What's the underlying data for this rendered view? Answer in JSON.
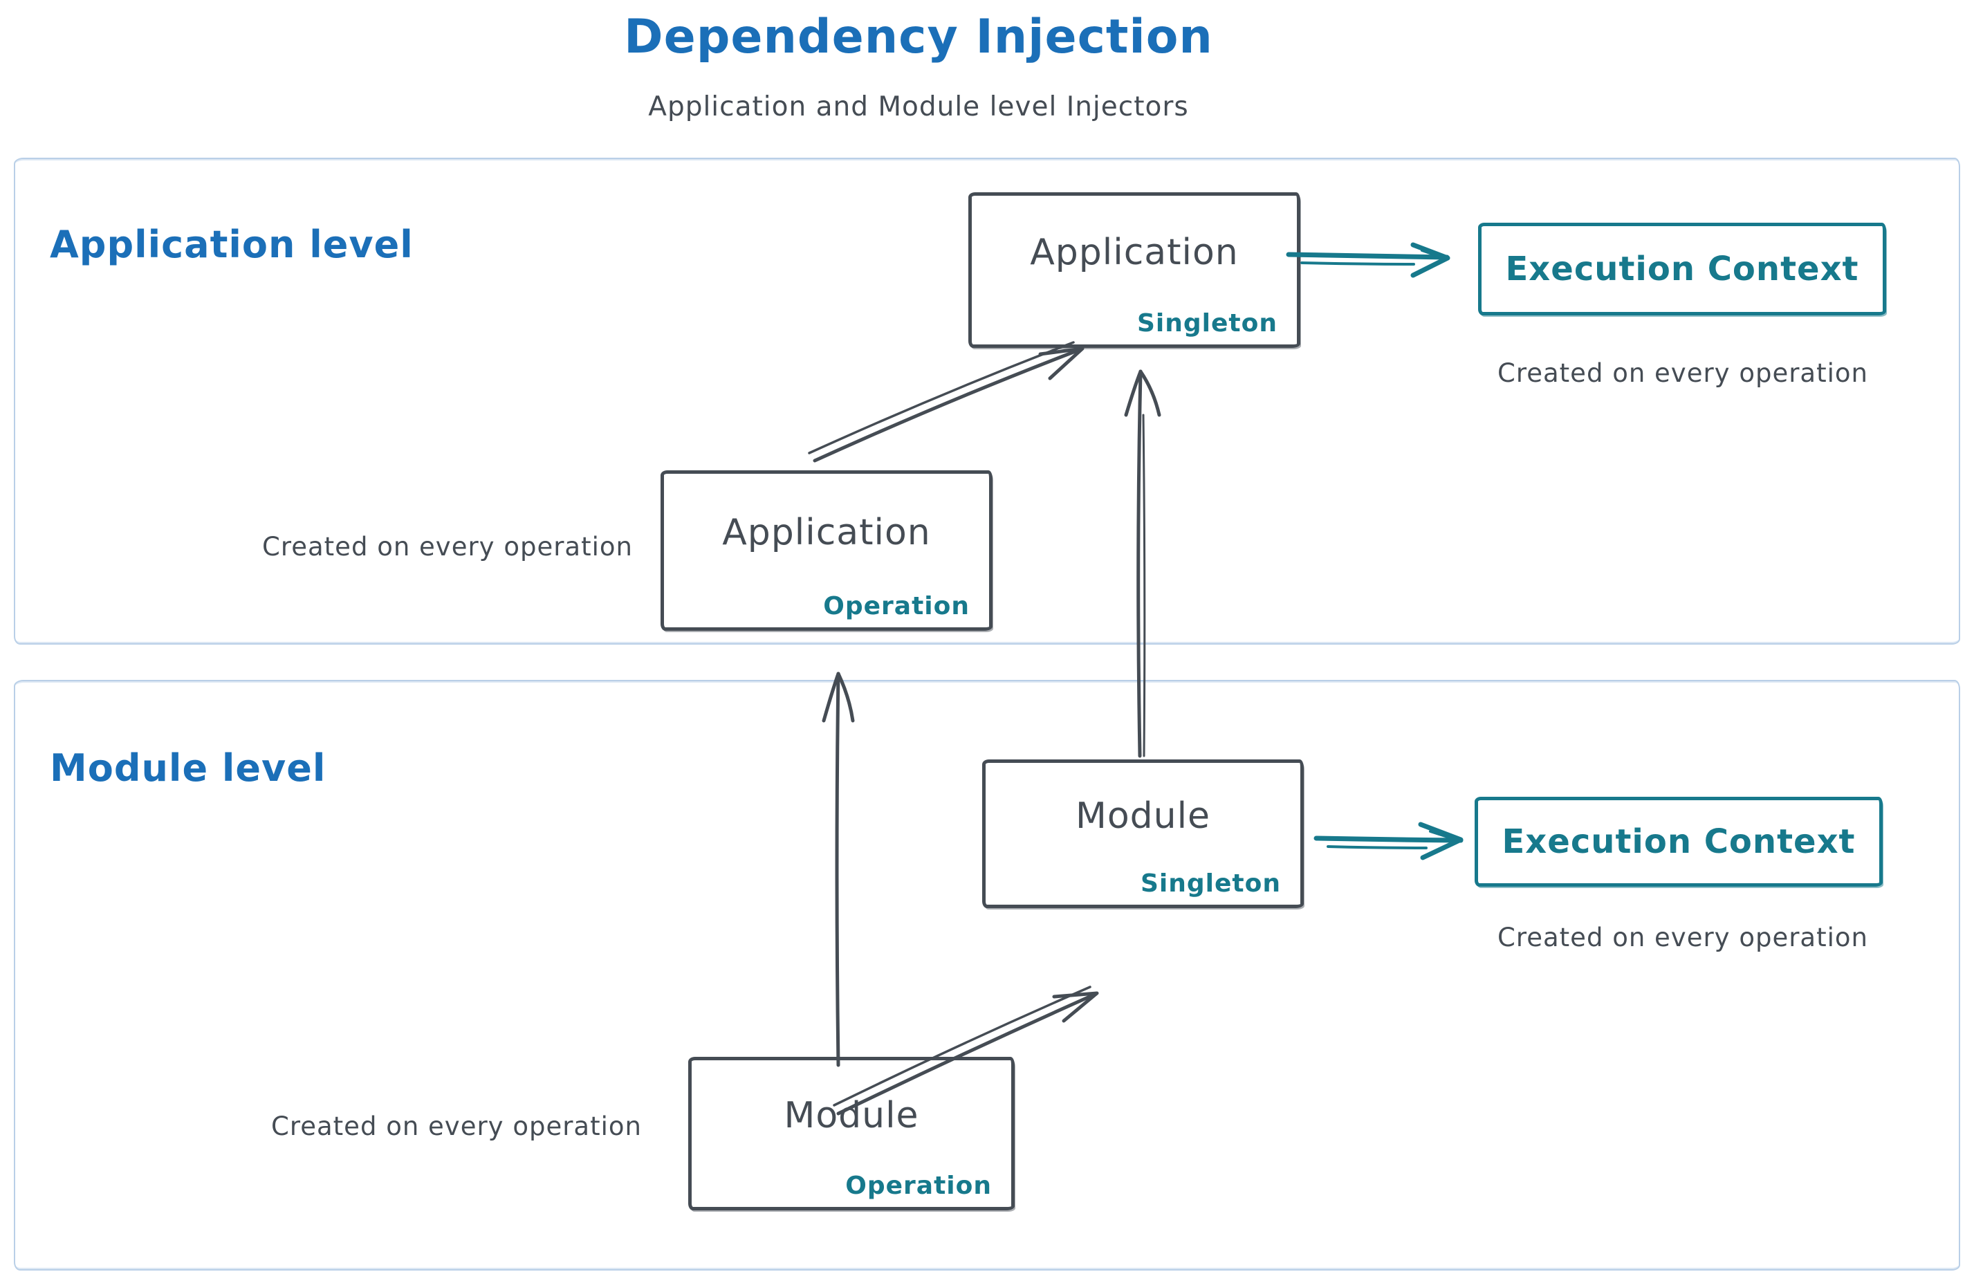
{
  "header": {
    "title": "Dependency Injection",
    "subtitle": "Application and Module level Injectors"
  },
  "palette": {
    "title_blue": "#1b6fb8",
    "ink_dark": "#454c54",
    "accent_teal": "#17798c",
    "container_border_blue": "#b9cfe7",
    "background": "#ffffff"
  },
  "application_level": {
    "label": "Application level",
    "singleton_box": {
      "title": "Application",
      "scope": "Singleton"
    },
    "operation_box": {
      "title": "Application",
      "scope": "Operation"
    },
    "operation_box_caption": "Created on every operation",
    "execution_context_box": {
      "title": "Execution Context",
      "caption": "Created on every operation"
    }
  },
  "module_level": {
    "label": "Module level",
    "singleton_box": {
      "title": "Module",
      "scope": "Singleton"
    },
    "operation_box": {
      "title": "Module",
      "scope": "Operation"
    },
    "operation_box_caption": "Created on every operation",
    "execution_context_box": {
      "title": "Execution Context",
      "caption": "Created on every operation"
    }
  }
}
